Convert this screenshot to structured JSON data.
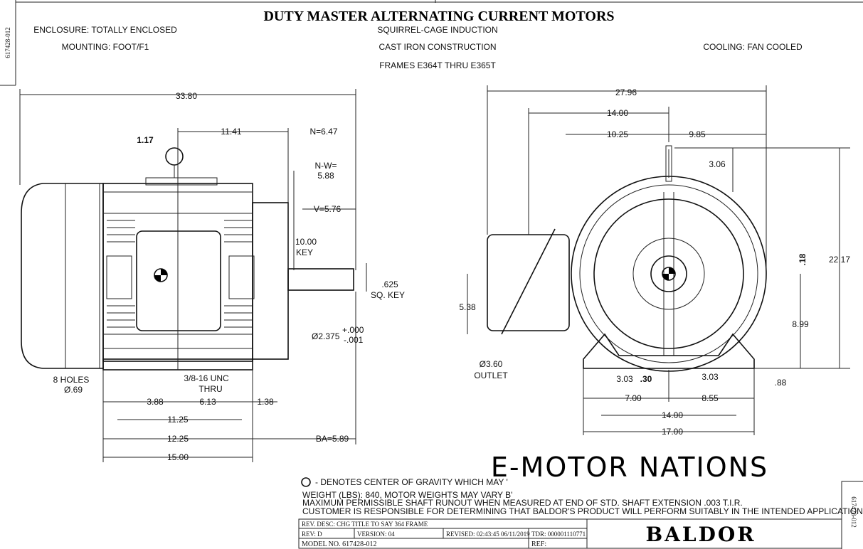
{
  "header": {
    "title": "DUTY MASTER ALTERNATING CURRENT MOTORS",
    "line1": "SQUIRREL-CAGE INDUCTION",
    "line2": "CAST IRON CONSTRUCTION",
    "line3": "FRAMES E364T THRU E365T",
    "enclosure": "ENCLOSURE: TOTALLY ENCLOSED",
    "mounting": "MOUNTING: FOOT/F1",
    "cooling": "COOLING: FAN COOLED"
  },
  "side_label": "617428-012",
  "side_view": {
    "overall": "33.80",
    "cg_offset": "1.17",
    "d_11_41": "11.41",
    "n": "N=6.47",
    "nw_1": "N-W=",
    "nw_2": "5.88",
    "v": "V=5.76",
    "key_1": "10.00",
    "key_2": "KEY",
    "sqkey_1": ".625",
    "sqkey_2": "SQ. KEY",
    "shaft_dia": "Ø2.375",
    "tol_plus": "+.000",
    "tol_minus": "-.001",
    "holes_1": "8 HOLES",
    "holes_2": "Ø.69",
    "unc_1": "3/8-16 UNC",
    "unc_2": "THRU",
    "d_3_88": "3.88",
    "d_6_13": "6.13",
    "d_1_38": "1.38",
    "d_11_25": "11.25",
    "d_12_25": "12.25",
    "ba": "BA=5.89",
    "d_15_00": "15.00"
  },
  "end_view": {
    "d_27_96": "27.96",
    "d_14_00_top": "14.00",
    "d_10_25": "10.25",
    "d_9_85": "9.85",
    "d_3_06": "3.06",
    "d_22_17": "22.17",
    "d_18": ".18",
    "d_5_38": "5.38",
    "d_8_99": "8.99",
    "outlet_1": "Ø3.60",
    "outlet_2": "OUTLET",
    "d_3_03_l": "3.03",
    "d_30": ".30",
    "d_3_03_r": "3.03",
    "d_88": ".88",
    "d_7_00": "7.00",
    "d_8_55": "8.55",
    "d_14_00": "14.00",
    "d_17_00": "17.00"
  },
  "notes": {
    "cg": "- DENOTES CENTER OF GRAVITY WHICH MAY '",
    "weight": "WEIGHT (LBS): 840, MOTOR WEIGHTS MAY VARY B'",
    "runout": "MAXIMUM PERMISSIBLE SHAFT RUNOUT WHEN MEASURED AT END OF STD. SHAFT EXTENSION .003 T.I.R.",
    "customer": "CUSTOMER IS RESPONSIBLE FOR DETERMINING THAT BALDOR'S PRODUCT WILL PERFORM SUITABLY IN THE INTENDED APPLICATION."
  },
  "watermark": "E-MOTOR NATIONS",
  "title_block": {
    "rev_desc": "REV. DESC: CHG TITLE TO SAY 364 FRAME",
    "rev": "REV:  D",
    "version": "VERSION:  04",
    "revised": "REVISED:  02:43:45 06/11/2019",
    "tdr": "TDR: 000001110771",
    "model": "MODEL NO.   617428-012",
    "ref": "REF:",
    "logo": "BALDOR",
    "side_label": "617428-012"
  }
}
